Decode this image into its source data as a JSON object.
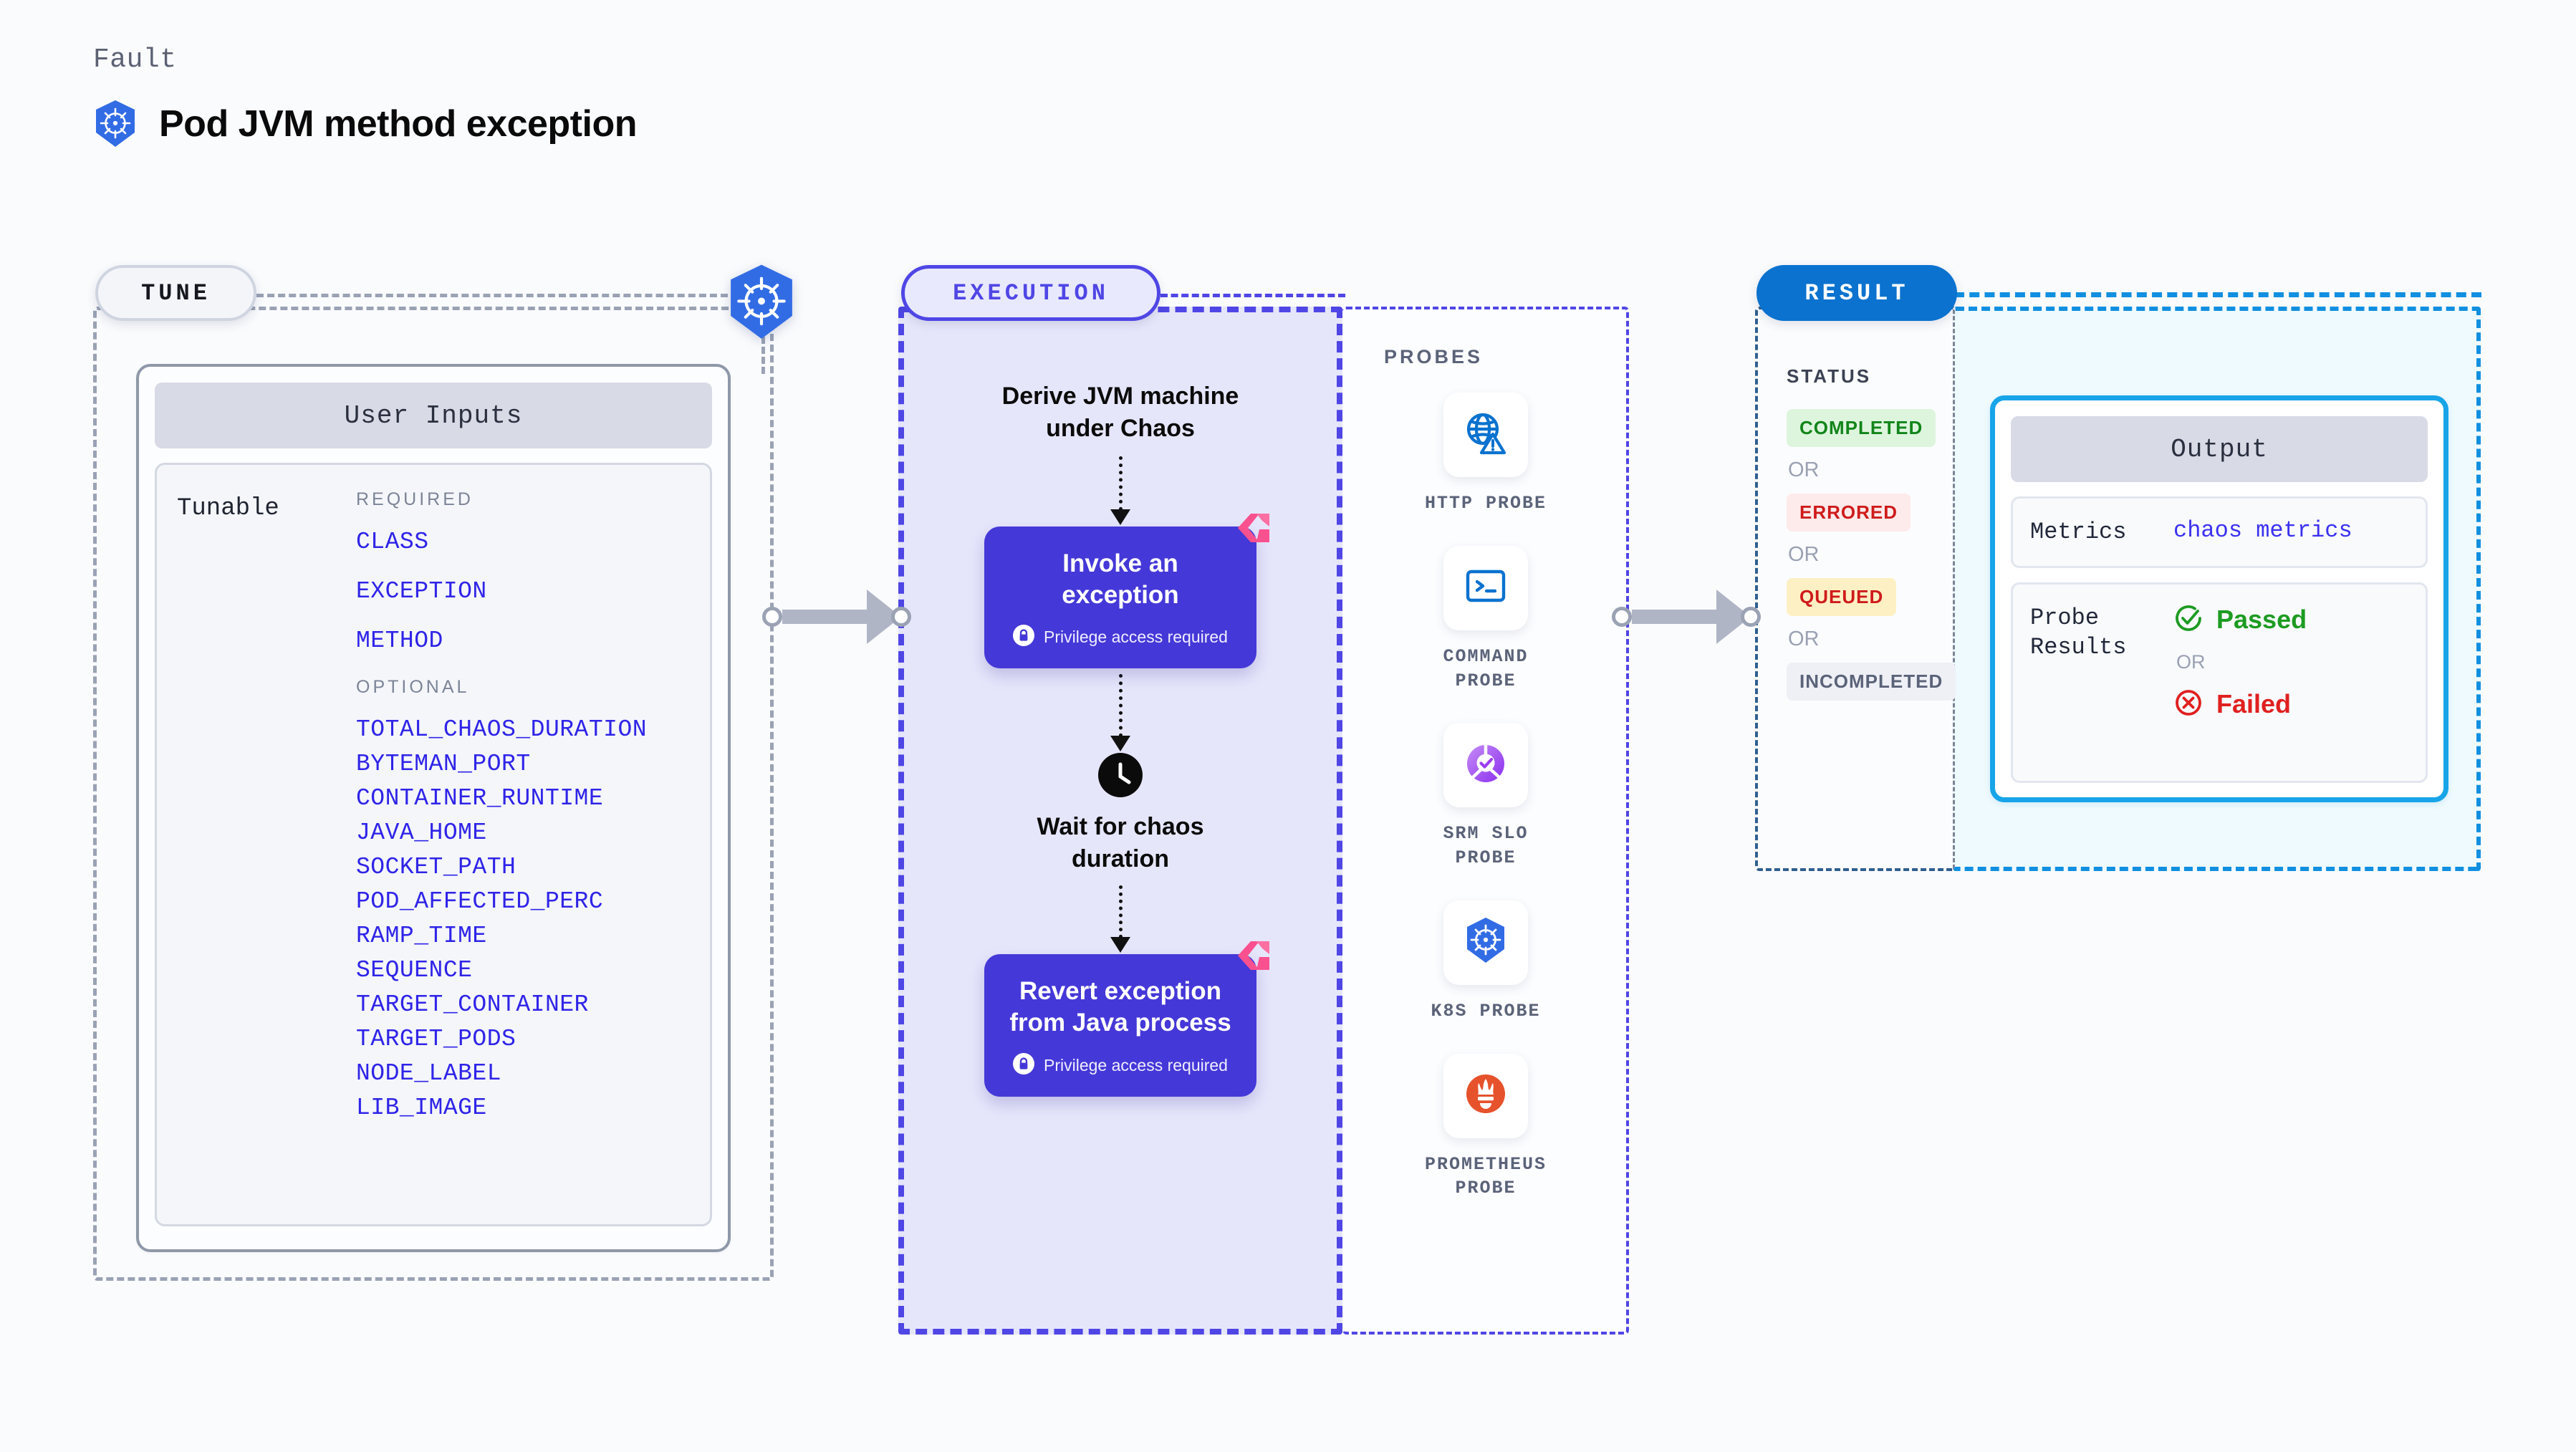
{
  "header": {
    "fault_label": "Fault",
    "title": "Pod JVM method exception",
    "icon": "kubernetes-icon"
  },
  "tune": {
    "pill_label": "TUNE",
    "badge_icon": "kubernetes-icon",
    "inputs_card": {
      "header": "User Inputs",
      "tunable_label": "Tunable",
      "groups": [
        {
          "title": "REQUIRED",
          "params": [
            "CLASS",
            "EXCEPTION",
            "METHOD"
          ]
        },
        {
          "title": "OPTIONAL",
          "params": [
            "TOTAL_CHAOS_DURATION",
            "BYTEMAN_PORT",
            "CONTAINER_RUNTIME",
            "JAVA_HOME",
            "SOCKET_PATH",
            "POD_AFFECTED_PERC",
            "RAMP_TIME",
            "SEQUENCE",
            "TARGET_CONTAINER",
            "TARGET_PODS",
            "NODE_LABEL",
            "LIB_IMAGE"
          ]
        }
      ]
    }
  },
  "execution": {
    "pill_label": "EXECUTION",
    "steps": [
      {
        "kind": "text",
        "label": "Derive JVM machine\nunder Chaos"
      },
      {
        "kind": "card",
        "title": "Invoke an exception",
        "privilege_note": "Privilege access required",
        "privilege_icon": "lock-icon",
        "ribbon_icon": "litmus-ribbon-icon"
      },
      {
        "kind": "clock",
        "icon": "clock-icon",
        "label": "Wait for chaos\nduration"
      },
      {
        "kind": "card",
        "title": "Revert exception\nfrom Java process",
        "privilege_note": "Privilege access required",
        "privilege_icon": "lock-icon",
        "ribbon_icon": "litmus-ribbon-icon"
      }
    ]
  },
  "probes": {
    "title": "PROBES",
    "items": [
      {
        "label": "HTTP PROBE",
        "icon": "globe-warning-icon"
      },
      {
        "label": "COMMAND\nPROBE",
        "icon": "terminal-icon"
      },
      {
        "label": "SRM SLO\nPROBE",
        "icon": "slo-donut-check-icon"
      },
      {
        "label": "K8S PROBE",
        "icon": "kubernetes-icon"
      },
      {
        "label": "PROMETHEUS\nPROBE",
        "icon": "prometheus-flame-icon"
      }
    ]
  },
  "result": {
    "pill_label": "RESULT",
    "status": {
      "title": "STATUS",
      "or_label": "OR",
      "badges": [
        {
          "label": "COMPLETED",
          "color": "#12851a",
          "bg": "#ddf5dd"
        },
        {
          "label": "ERRORED",
          "color": "#cf1b1b",
          "bg": "#fdeaea"
        },
        {
          "label": "QUEUED",
          "color": "#cf1b1b",
          "bg": "#fdf0c4"
        },
        {
          "label": "INCOMPLETED",
          "color": "#5b6379",
          "bg": "#eef0f5"
        }
      ]
    },
    "output": {
      "header": "Output",
      "metrics_key": "Metrics",
      "metrics_value": "chaos metrics",
      "probe_results_key": "Probe\nResults",
      "passed_label": "Passed",
      "passed_icon": "check-circle-icon",
      "or_label": "OR",
      "failed_label": "Failed",
      "failed_icon": "x-circle-icon"
    }
  },
  "colors": {
    "accent_indigo": "#4f46e5",
    "card_indigo": "#4538d8",
    "param_blue": "#2f24e8",
    "result_blue": "#0b72cf",
    "output_cyan": "#17a4e8",
    "ribbon_pink": "#f9518f",
    "k8s_blue": "#326ce5",
    "prometheus_orange": "#e6522c",
    "pass_green": "#1d9b22",
    "fail_red": "#e02020"
  }
}
